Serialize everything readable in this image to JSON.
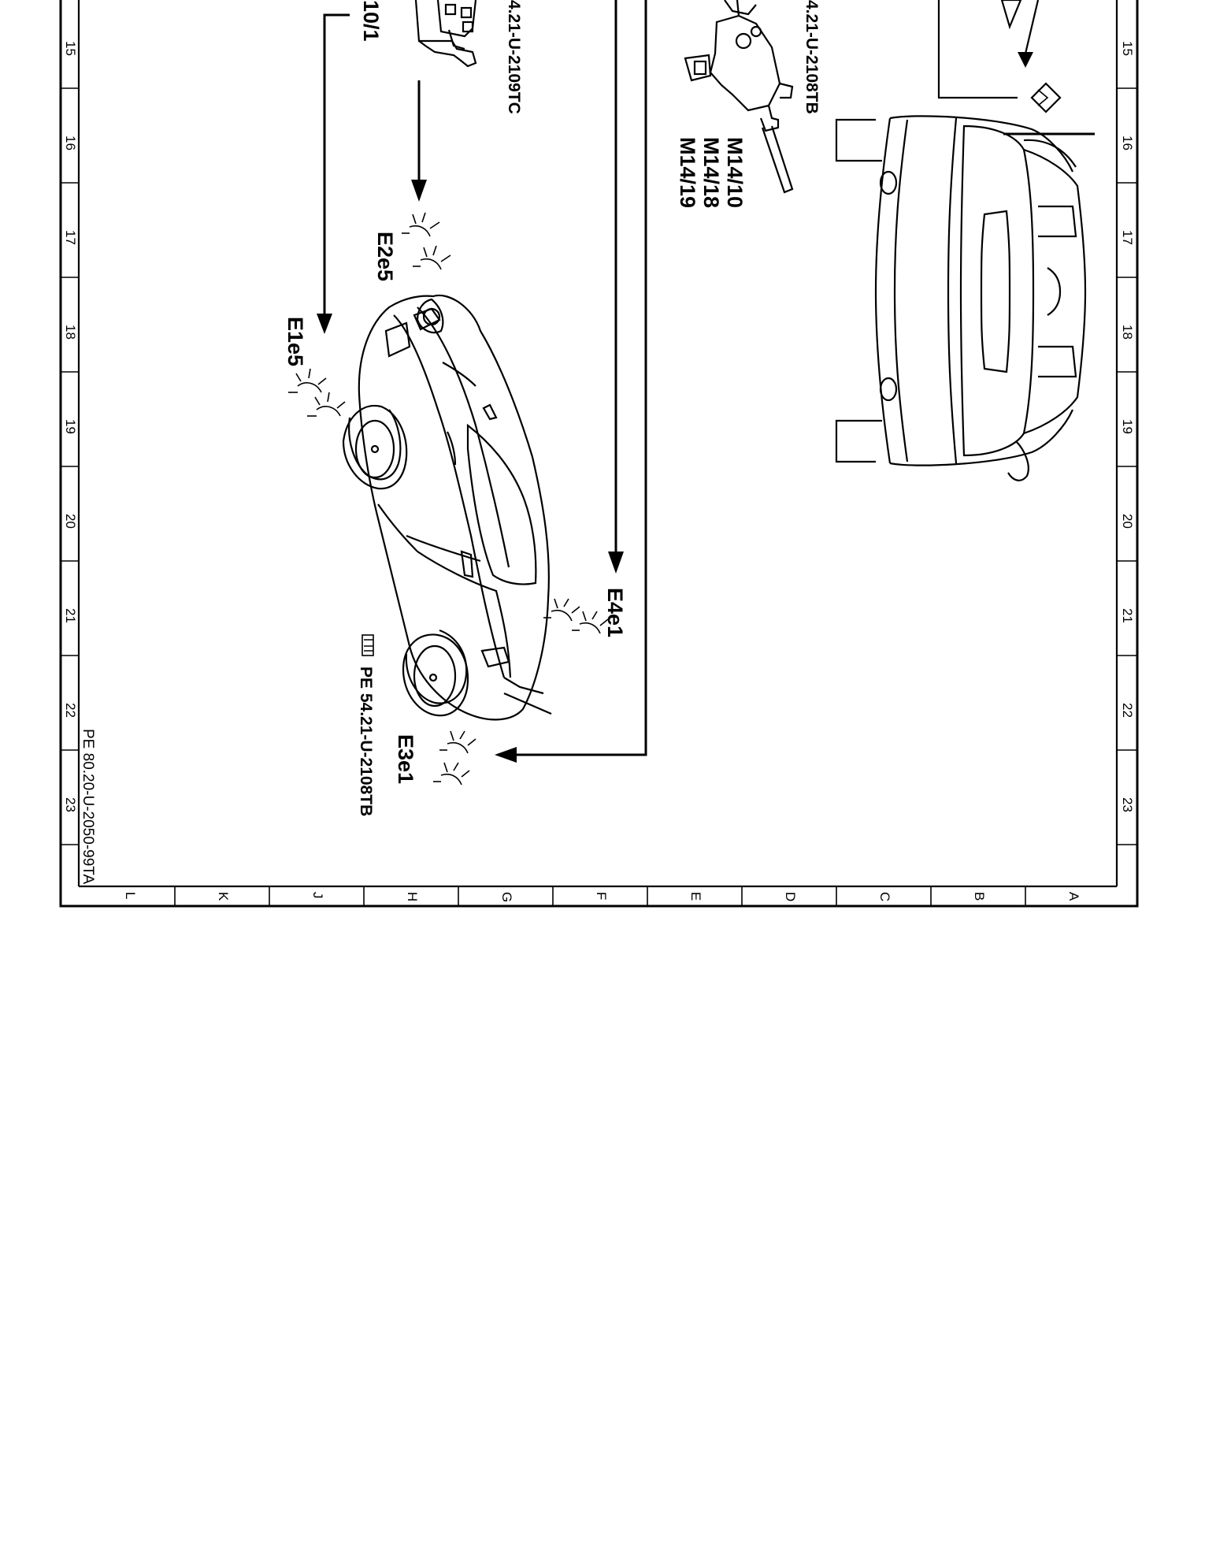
{
  "grid": {
    "row_numbers": [
      "15",
      "16",
      "17",
      "18",
      "19",
      "20",
      "21",
      "22",
      "23"
    ],
    "column_letters": [
      "L",
      "K",
      "J",
      "H",
      "G",
      "F",
      "E",
      "D",
      "C",
      "B",
      "A"
    ]
  },
  "components": {
    "relay_label": "10/1",
    "relay_ref": "4.21-U-2109TC",
    "motor_ref": "4.21-U-2108TB",
    "motor_labels": [
      "M14/10",
      "M14/18",
      "M14/19"
    ],
    "lamp_e2e5": "E2e5",
    "lamp_e1e5": "E1e5",
    "lamp_e4e1": "E4e1",
    "lamp_e3e1": "E3e1",
    "car_ref": "PE 54.21-U-2108TB",
    "doc_ref": "PE 80.20-U-2050-99TA"
  }
}
